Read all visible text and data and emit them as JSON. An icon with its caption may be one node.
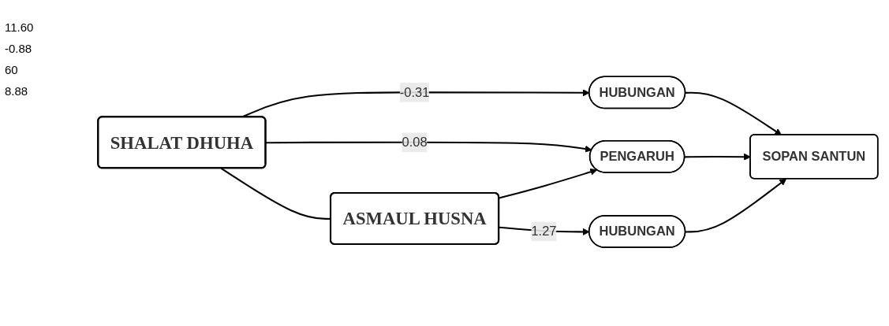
{
  "diagram": {
    "nodes": [
      {
        "text": [
          "SHALAT DHUHA"
        ]
      },
      {
        "text": [
          "HUBUNGAN"
        ]
      },
      {
        "text": [
          "PENGARUH"
        ]
      },
      {
        "text": [
          "ASMAUL HUSNA"
        ]
      },
      {
        "text": [
          "HUBUNGAN"
        ]
      },
      {
        "text": [
          "SOPAN SANTUN"
        ]
      }
    ],
    "edges": [
      {
        "from": 0,
        "to": 3,
        "arrow": "none"
      },
      {
        "from": 0,
        "to": 1,
        "label": "-0.31",
        "arrow": "to"
      },
      {
        "from": 0,
        "to": 2,
        "label": "0.08",
        "arrow": "to"
      },
      {
        "from": 3,
        "to": 2,
        "arrow": "to"
      },
      {
        "from": 3,
        "to": 4,
        "label": "1.27",
        "arrow": "to"
      },
      {
        "from": 1,
        "to": 5,
        "arrow": "to"
      },
      {
        "from": 2,
        "to": 5,
        "arrow": "to"
      },
      {
        "from": 4,
        "to": 5,
        "arrow": "to"
      }
    ],
    "labels": [
      "11.60",
      "-0.88",
      "60",
      "8.88"
    ]
  }
}
